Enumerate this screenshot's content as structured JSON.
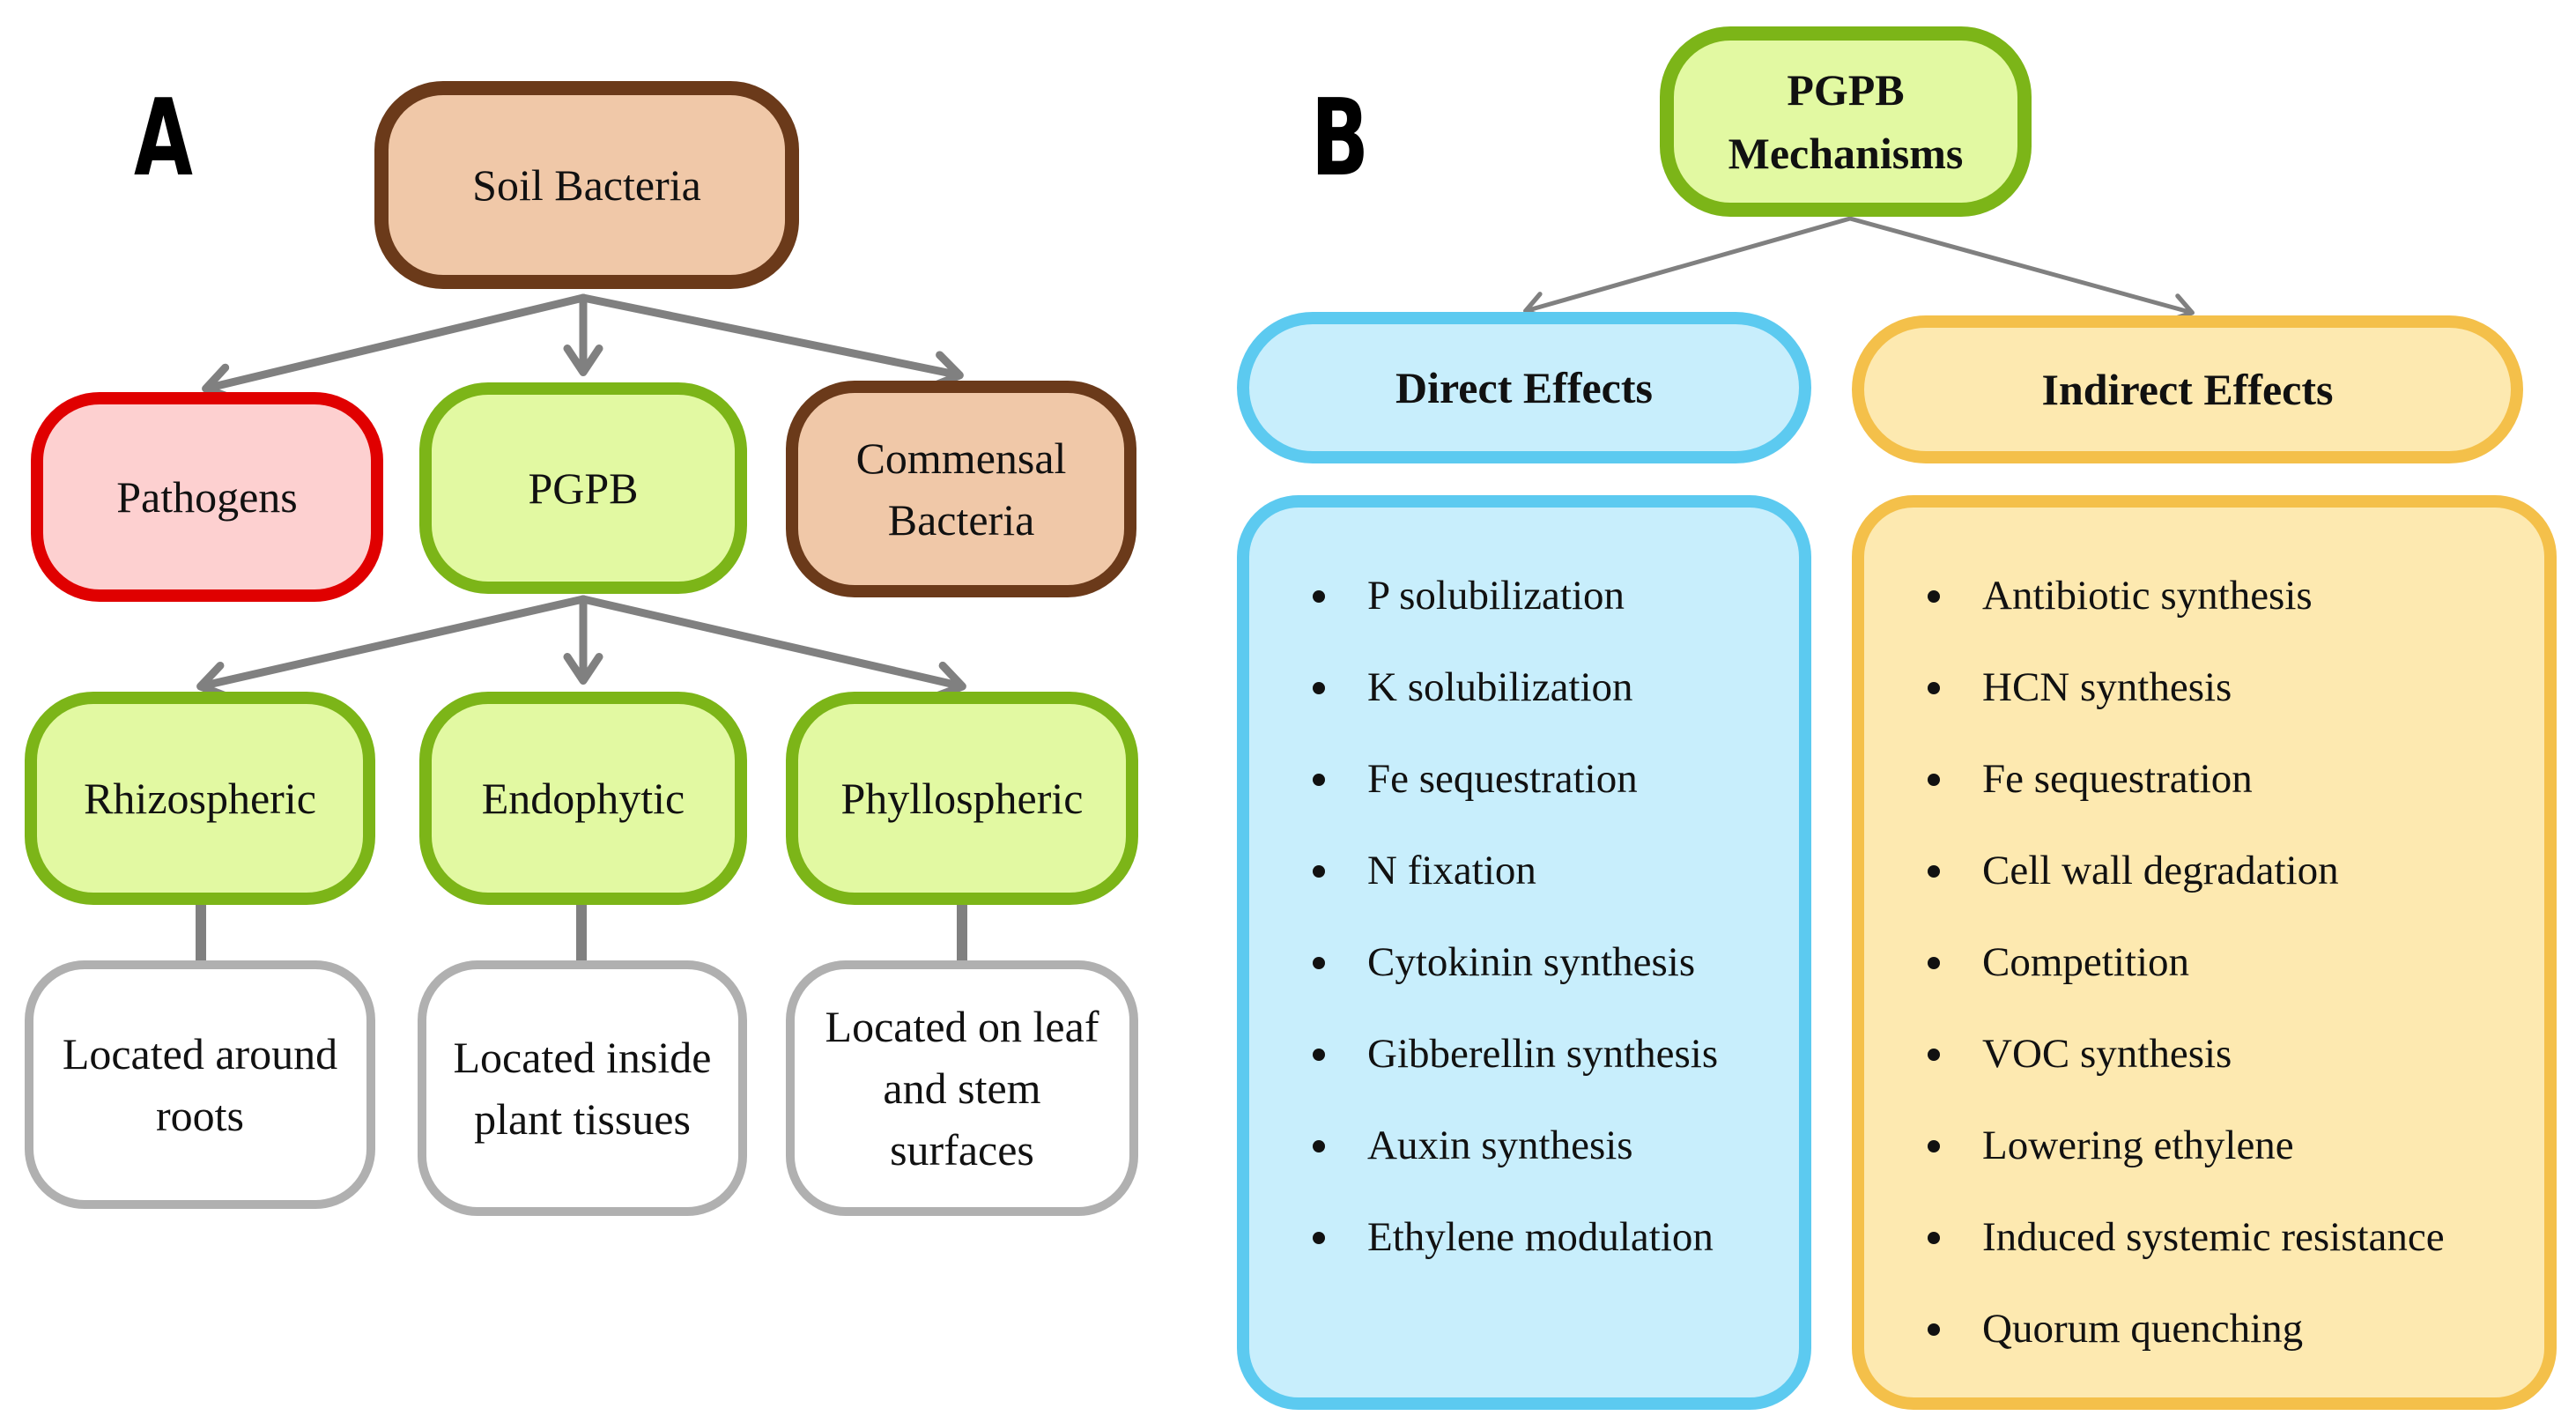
{
  "colors": {
    "arrow_gray": "#808080",
    "soil_fill": "#f0c8a8",
    "soil_border": "#6b3a1a",
    "pathogen_fill": "#fdd0d0",
    "pathogen_border": "#e00000",
    "pgpb_fill": "#e2f9a2",
    "pgpb_border": "#7cb518",
    "desc_border": "#b0b0b0",
    "direct_fill": "#c8eefc",
    "direct_border": "#5ccaf0",
    "indirect_fill": "#fde9b0",
    "indirect_border": "#f4c04a"
  },
  "panel_a": {
    "letter": "A",
    "soil_bacteria": "Soil Bacteria",
    "pathogens": "Pathogens",
    "pgpb": "PGPB",
    "commensal": "Commensal\nBacteria",
    "rhizospheric": "Rhizospheric",
    "endophytic": "Endophytic",
    "phyllospheric": "Phyllospheric",
    "rhizo_desc": "Located around\nroots",
    "endo_desc": "Located inside\nplant tissues",
    "phyllo_desc": "Located on leaf\nand stem\nsurfaces"
  },
  "panel_b": {
    "letter": "B",
    "mechanisms": "PGPB\nMechanisms",
    "direct_title": "Direct Effects",
    "indirect_title": "Indirect Effects",
    "direct_items": [
      "P solubilization",
      "K solubilization",
      "Fe sequestration",
      "N fixation",
      "Cytokinin synthesis",
      "Gibberellin synthesis",
      "Auxin synthesis",
      "Ethylene modulation"
    ],
    "indirect_items": [
      "Antibiotic synthesis",
      "HCN synthesis",
      "Fe sequestration",
      "Cell wall degradation",
      "Competition",
      "VOC synthesis",
      "Lowering ethylene",
      "Induced systemic resistance",
      "Quorum quenching"
    ]
  }
}
